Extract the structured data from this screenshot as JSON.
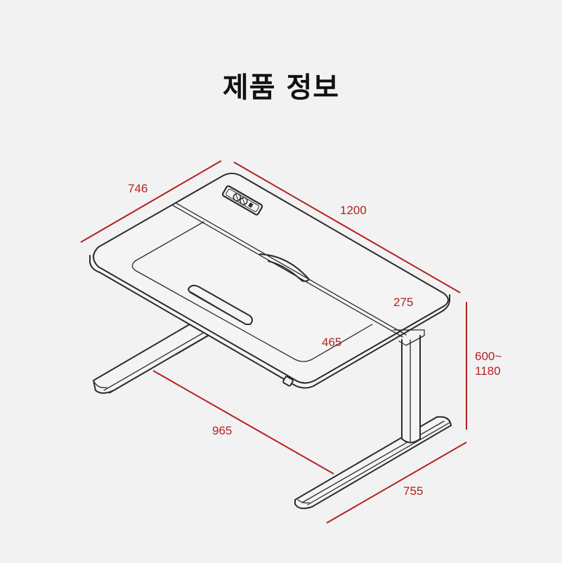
{
  "header": {
    "title": "제품 정보"
  },
  "diagram": {
    "subject": "electric standing desk",
    "units": "mm",
    "dimension_color": "#b22222",
    "line_color": "#2b2b2b",
    "background_color": "#f2f2f2",
    "icons": {
      "control_panel": "desk-control-panel-icon"
    },
    "dimensions": {
      "depth": "746",
      "width": "1200",
      "panel_depth": "275",
      "panel_width": "465",
      "height_line1": "600~",
      "height_line2": "1180",
      "frame_width": "965",
      "foot_length": "755"
    }
  }
}
